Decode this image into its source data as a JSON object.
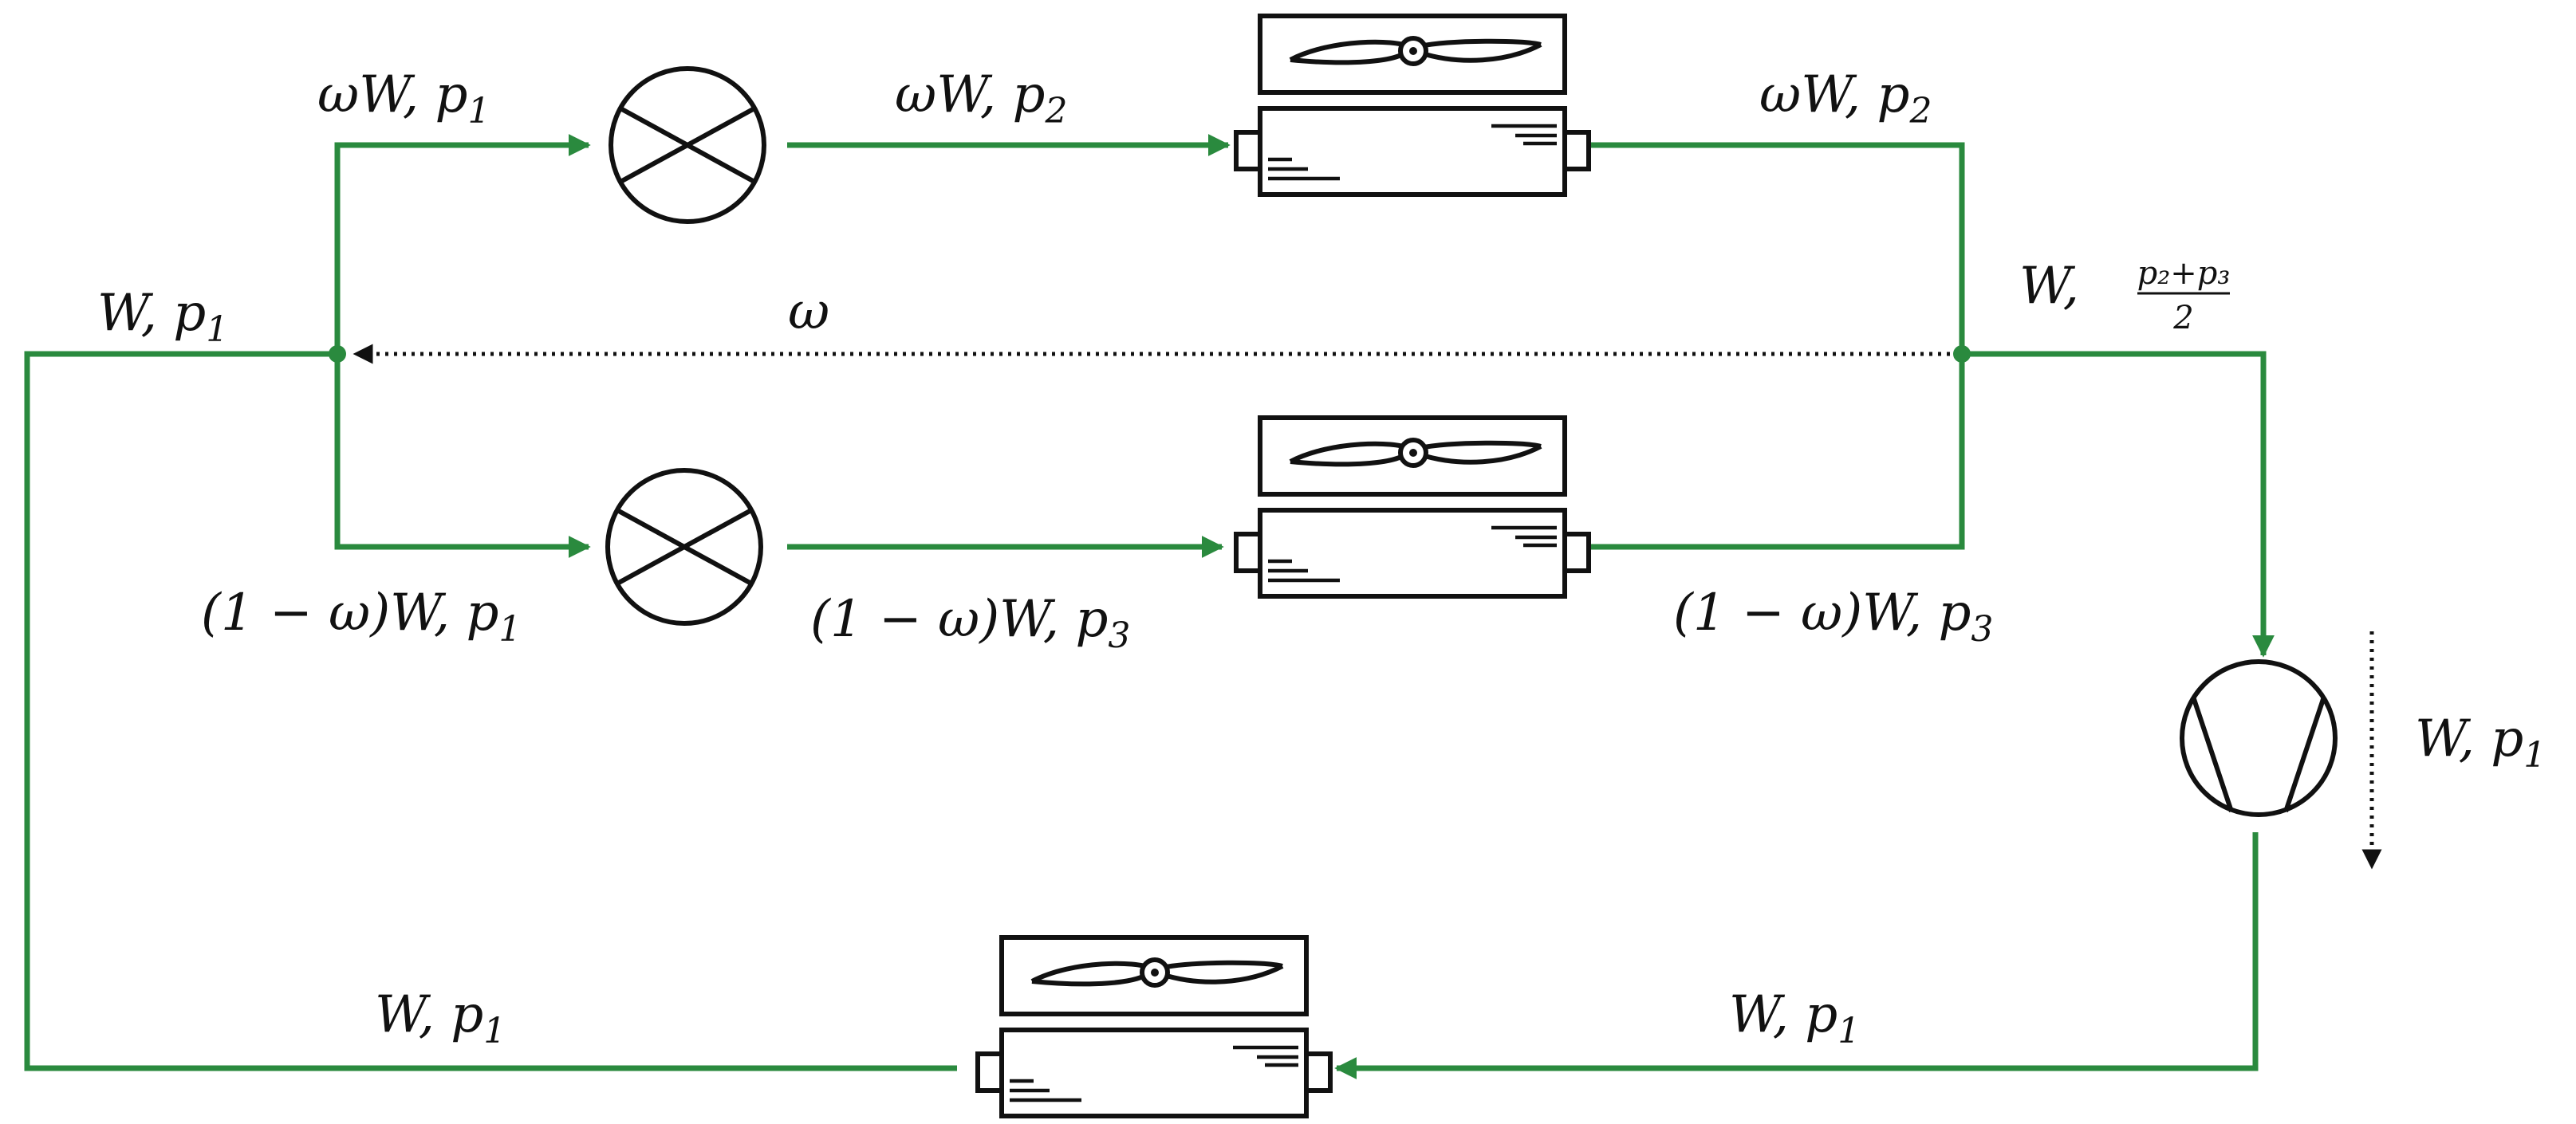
{
  "colors": {
    "refrigerant_line": "#2a8a3e",
    "component_stroke": "#111111",
    "background": "#ffffff"
  },
  "components": [
    {
      "id": "expansion-valve-upper",
      "icon": "expansion-valve-icon"
    },
    {
      "id": "expansion-valve-lower",
      "icon": "expansion-valve-icon"
    },
    {
      "id": "evaporator-upper",
      "icon": "fan-heat-exchanger-icon"
    },
    {
      "id": "evaporator-lower",
      "icon": "fan-heat-exchanger-icon"
    },
    {
      "id": "compressor",
      "icon": "compressor-icon"
    },
    {
      "id": "condenser",
      "icon": "fan-heat-exchanger-icon"
    }
  ],
  "labels": {
    "inlet_main": {
      "main": "W, p",
      "sub": "1"
    },
    "upper_valve_in": {
      "main": "ωW, p",
      "sub": "1"
    },
    "upper_valve_out": {
      "main": "ωW, p",
      "sub": "2"
    },
    "upper_evap_out": {
      "main": "ωW, p",
      "sub": "2"
    },
    "split_signal": "ω",
    "mix_point": {
      "main": "W,",
      "frac_num": "p₂+p₃",
      "frac_den": "2"
    },
    "lower_valve_in": {
      "main": "(1 − ω)W, p",
      "sub": "1"
    },
    "lower_valve_out": {
      "main": "(1 − ω)W, p",
      "sub": "3"
    },
    "lower_evap_out": {
      "main": "(1 − ω)W, p",
      "sub": "3"
    },
    "compressor_side": {
      "main": "W, p",
      "sub": "1"
    },
    "condenser_in": {
      "main": "W, p",
      "sub": "1"
    },
    "condenser_out": {
      "main": "W, p",
      "sub": "1"
    }
  }
}
